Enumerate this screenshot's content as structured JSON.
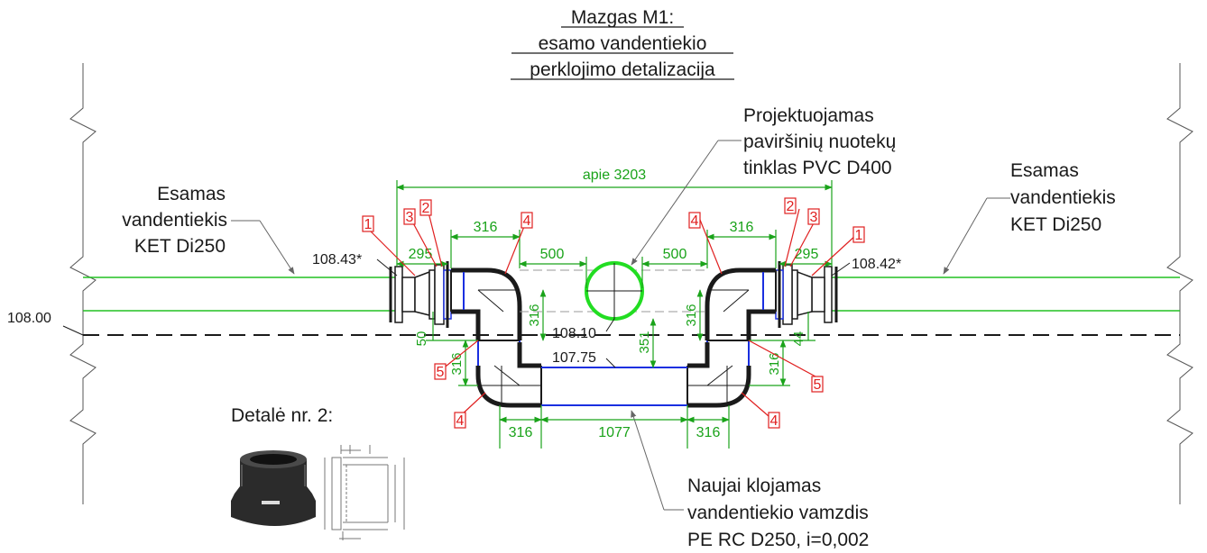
{
  "title": {
    "line1": "Mazgas M1:",
    "line2": "esamo vandentiekio",
    "line3": "perklojimo detalizacija"
  },
  "labels": {
    "left_existing": {
      "line1": "Esamas",
      "line2": "vandentiekis",
      "line3": "KET Di250"
    },
    "right_existing": {
      "line1": "Esamas",
      "line2": "vandentiekis",
      "line3": "KET Di250"
    },
    "projected": {
      "line1": "Projektuojamas",
      "line2": "paviršinių nuotekų",
      "line3": "tinklas PVC D400"
    },
    "new_pipe": {
      "line1": "Naujai klojamas",
      "line2": "vandentiekio vamzdis",
      "line3": "PE RC D250, i=0,002"
    },
    "detail": "Detalė nr. 2:"
  },
  "elevations": {
    "ground": "108.00",
    "left_top": "108.43*",
    "right_top": "108.42*",
    "pipe_top": "108.10",
    "pipe_bottom": "107.75"
  },
  "dimensions": {
    "overall": "apie 3203",
    "left_295": "295",
    "left_316_top": "316",
    "left_500": "500",
    "right_500": "500",
    "right_316_top": "316",
    "right_295": "295",
    "left_316_vert": "316",
    "right_316_vert": "316",
    "mid_351": "351",
    "left_50": "50",
    "right_44": "44",
    "left_316_low": "316",
    "right_316_low": "316",
    "bottom_left_316": "316",
    "bottom_1077": "1077",
    "bottom_right_316": "316"
  },
  "tags": {
    "l1": "1",
    "l2": "2",
    "l3": "3",
    "l4_top": "4",
    "l5": "5",
    "l4_bot": "4",
    "r1": "1",
    "r2": "2",
    "r3": "3",
    "r4_top": "4",
    "r5": "5",
    "r4_bot": "4"
  },
  "colors": {
    "dimension": "#1aa31a",
    "tag": "#e02020",
    "pipe_new": "#1a2fe0",
    "pvc": "#22dd22",
    "line": "#1a1a1a"
  }
}
